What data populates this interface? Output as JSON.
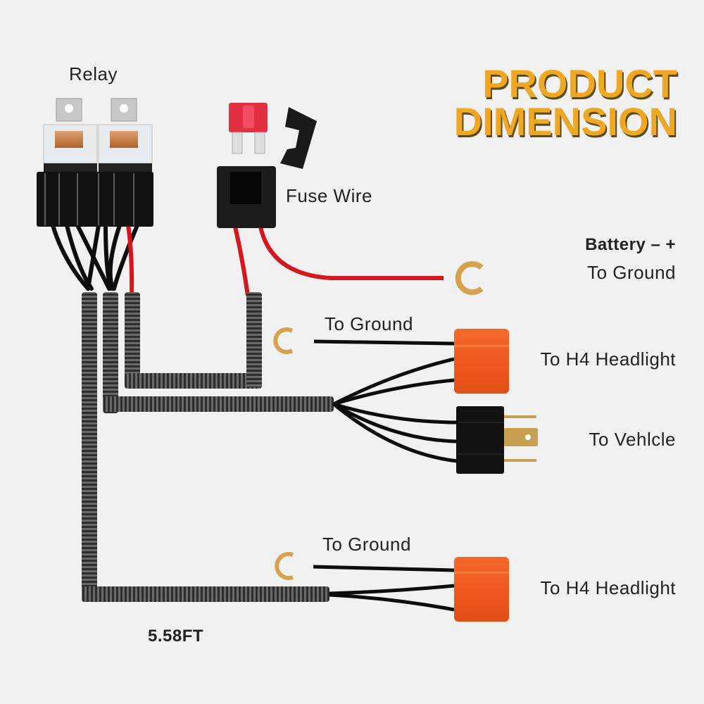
{
  "title": {
    "line1": "PRODUCT",
    "line2": "DIMENSION",
    "color": "#f0a820"
  },
  "labels": {
    "relay": "Relay",
    "fuse_wire": "Fuse Wire",
    "battery": "Battery – +",
    "battery_ground": "To Ground",
    "ground_upper": "To Ground",
    "headlight_upper": "To H4 Headlight",
    "vehicle": "To Vehlcle",
    "ground_lower": "To Ground",
    "headlight_lower": "To H4 Headlight",
    "length": "5.58FT"
  },
  "components": {
    "relays": [
      "relay-1",
      "relay-2"
    ],
    "fuse": "mini-blade-fuse",
    "headlight_sockets": [
      "h4-socket-upper",
      "h4-socket-lower"
    ],
    "vehicle_plug": "h4-plug",
    "ring_terminals": [
      "battery-terminal",
      "ground-terminal-upper",
      "ground-terminal-lower"
    ]
  },
  "colors": {
    "wire_red": "#d8141c",
    "wire_black": "#0d0d0d",
    "loom": "#3a3a3a",
    "socket_orange": "#f05a1e",
    "terminal_gold": "#d8a24a"
  }
}
